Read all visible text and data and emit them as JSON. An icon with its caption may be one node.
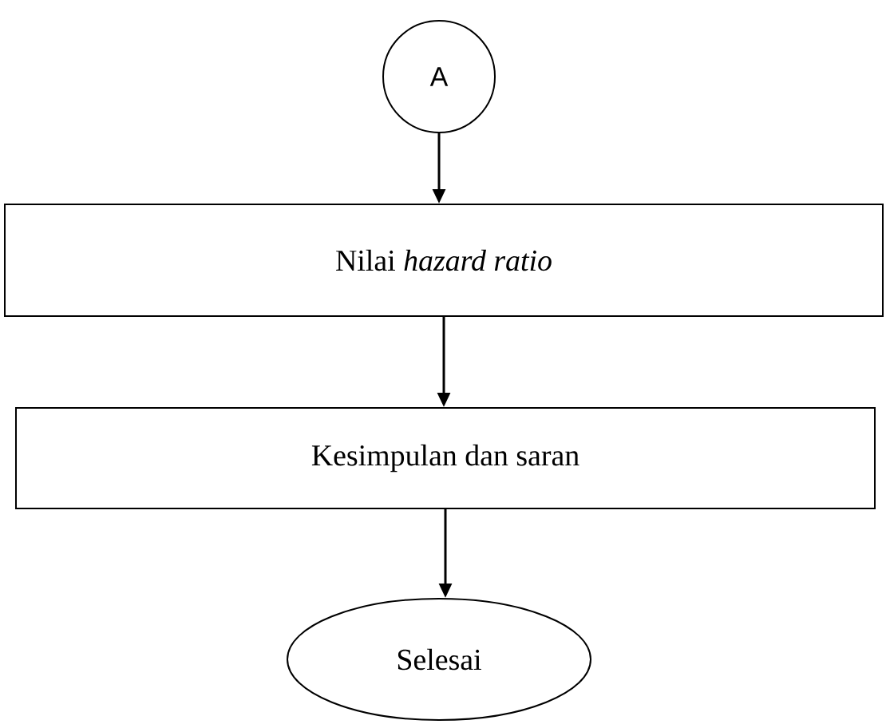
{
  "diagram": {
    "nodes": [
      {
        "text": [
          "A"
        ]
      },
      {
        "text": [
          "Nilai *hazard ratio*"
        ]
      },
      {
        "text": [
          "Kesimpulan dan saran"
        ]
      },
      {
        "text": [
          "Selesai"
        ]
      }
    ],
    "edges": [
      {
        "from": 0,
        "to": 1,
        "arrow": "to"
      },
      {
        "from": 1,
        "to": 2,
        "arrow": "to"
      },
      {
        "from": 2,
        "to": 3,
        "arrow": "to"
      }
    ]
  }
}
